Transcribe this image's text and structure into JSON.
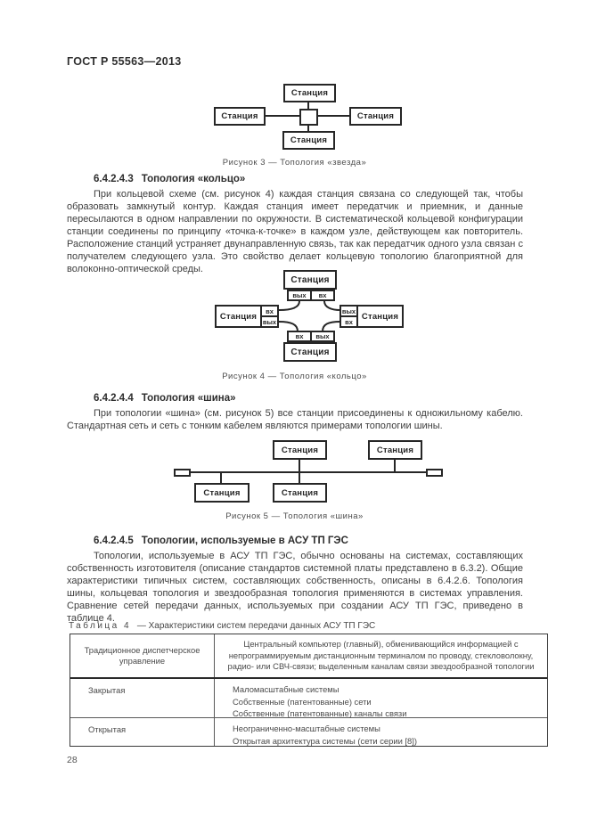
{
  "page": {
    "header": "ГОСТ Р 55563—2013",
    "page_number": "28"
  },
  "figure_star": {
    "caption": "Рисунок  3 — Топология «звезда»",
    "station_label": "Станция"
  },
  "section_ring": {
    "heading_num": "6.4.2.4.3",
    "heading_title": "Топология «кольцо»",
    "body": "При кольцевой схеме (см. рисунок 4) каждая станция связана со следующей так, чтобы образовать замкнутый контур. Каждая станция имеет передатчик и приемник, и данные пересылаются в одном направлении по окружности. В систематической кольцевой конфигурации станции соединены по принципу «точка-к-точке» в каждом узле, действующем как повторитель. Расположение станций устраняет двунаправленную связь, так как передатчик одного узла связан с получателем следующего узла. Это свойство делает кольцевую топологию благоприятной для волоконно-оптической среды."
  },
  "figure_ring": {
    "caption": "Рисунок  4 — Топология «кольцо»",
    "station_label": "Станция",
    "in_label": "вх",
    "out_label": "вых"
  },
  "section_bus": {
    "heading_num": "6.4.2.4.4",
    "heading_title": "Топология «шина»",
    "body": "При топологии «шина» (см. рисунок 5) все станции присоединены к одножильному кабелю. Стандартная сеть и сеть с тонким кабелем являются примерами топологии шины."
  },
  "figure_bus": {
    "caption": "Рисунок  5 — Топология «шина»",
    "station_label": "Станция"
  },
  "section_asu": {
    "heading_num": "6.4.2.4.5",
    "heading_title": "Топологии, используемые в АСУ ТП ГЭС",
    "body": "Топологии, используемые в АСУ ТП ГЭС, обычно основаны на системах, составляющих собственность изготовителя (описание стандартов системной платы представлено в 6.3.2). Общие характеристики типичных систем, составляющих собственность, описаны в 6.4.2.6. Топология шины, кольцевая топология и звездообразная топология применяются в системах управления. Сравнение сетей передачи данных, используемых при создании АСУ ТП ГЭС, приведено в таблице 4."
  },
  "table4": {
    "label": "Таблица 4",
    "dash": "—",
    "title": "Характеристики систем передачи данных АСУ ТП ГЭС",
    "row_head": {
      "name": "Традиционное диспетчерское управление",
      "description": "Центральный компьютер (главный), обменивающийся информацией с непрограммируемым дистанционным терминалом по проводу, стекловолокну, радио- или СВЧ-связи; выделенным каналам связи звездообразной топологии"
    },
    "row_closed": {
      "name": "Закрытая",
      "lines": [
        "Маломасштабные системы",
        "Собственные (патентованные) сети",
        "Собственные (патентованные) каналы связи"
      ]
    },
    "row_open": {
      "name": "Открытая",
      "lines": [
        "Неограниченно-масштабные системы",
        "Открытая архитектура системы (сети серии [8])"
      ]
    }
  }
}
